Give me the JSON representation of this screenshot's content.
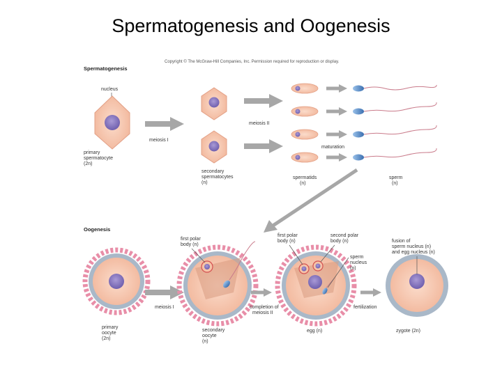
{
  "title": "Spermatogenesis and Oogenesis",
  "copyright": "Copyright © The McGraw-Hill Companies, Inc. Permission required for reproduction or display.",
  "spermatogenesis": {
    "header": "Spermatogenesis",
    "nucleus": "nucleus",
    "primary": [
      "primary",
      "spermatocyte",
      "(2n)"
    ],
    "meiosis1": "meiosis I",
    "meiosis2": "meiosis II",
    "secondary": [
      "secondary",
      "spermatocytes",
      "(n)"
    ],
    "maturation": "maturation",
    "spermatids": [
      "spermatids",
      "(n)"
    ],
    "sperm": [
      "sperm",
      "(n)"
    ]
  },
  "oogenesis": {
    "header": "Oogenesis",
    "first_polar": [
      "first polar",
      "body (n)"
    ],
    "first_polar_2": [
      "first polar",
      "body (n)"
    ],
    "second_polar": [
      "second polar",
      "body (n)"
    ],
    "sperm_nucleus": [
      "sperm",
      "nucleus",
      "(n)"
    ],
    "fusion": [
      "fusion of",
      "sperm nucleus (n)",
      "and egg nucleus (n)"
    ],
    "meiosis1": "meiosis I",
    "completion": [
      "completion of",
      "meiosis II"
    ],
    "fertilization": "fertilization",
    "primary": [
      "primary",
      "oocyte",
      "(2n)"
    ],
    "secondary": [
      "secondary",
      "oocyte",
      "(n)"
    ],
    "egg": "egg (n)",
    "zygote": "zygote (2n)"
  },
  "colors": {
    "cytoplasm": "#f6cbb4",
    "cell_edge": "#e6a48c",
    "nucleus": "#8e7cc3",
    "zona": "#a9b8c8",
    "corona": "#e88ea8",
    "arrow": "#9a9a9a",
    "sperm_head": "#5b8fc8"
  }
}
